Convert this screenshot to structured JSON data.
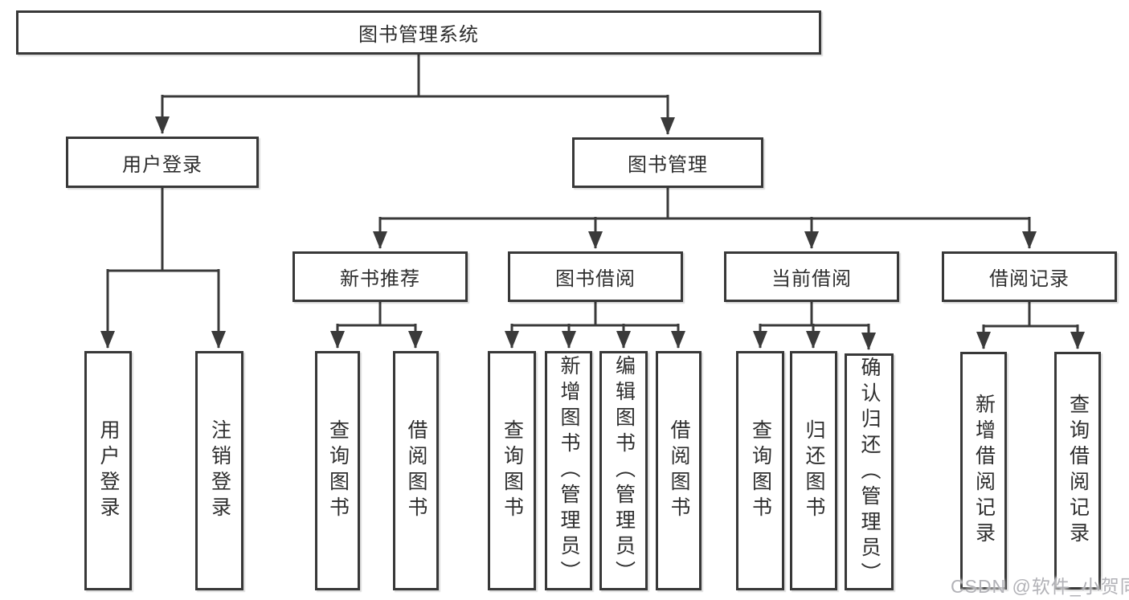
{
  "tree": {
    "root": {
      "label": "图书管理系统"
    },
    "branches": [
      {
        "label": "用户登录",
        "children": [
          {
            "label": "用户登录"
          },
          {
            "label": "注销登录"
          }
        ]
      },
      {
        "label": "图书管理",
        "groups": [
          {
            "label": "新书推荐",
            "children": [
              {
                "label": "查询图书"
              },
              {
                "label": "借阅图书"
              }
            ]
          },
          {
            "label": "图书借阅",
            "children": [
              {
                "label": "查询图书"
              },
              {
                "label": "新增图书（管理员）"
              },
              {
                "label": "编辑图书（管理员）"
              },
              {
                "label": "借阅图书"
              }
            ]
          },
          {
            "label": "当前借阅",
            "children": [
              {
                "label": "查询图书"
              },
              {
                "label": "归还图书"
              },
              {
                "label": "确认归还（管理员）"
              }
            ]
          },
          {
            "label": "借阅记录",
            "children": [
              {
                "label": "新增借阅记录"
              },
              {
                "label": "查询借阅记录"
              }
            ]
          }
        ]
      }
    ]
  },
  "watermark": {
    "text": "CSDN @软件_小贺同学"
  },
  "colors": {
    "line": "#3a3a3a",
    "box_border": "#383838",
    "text": "#2e2e2e",
    "watermark": "#aeaeb3",
    "background": "#ffffff"
  }
}
